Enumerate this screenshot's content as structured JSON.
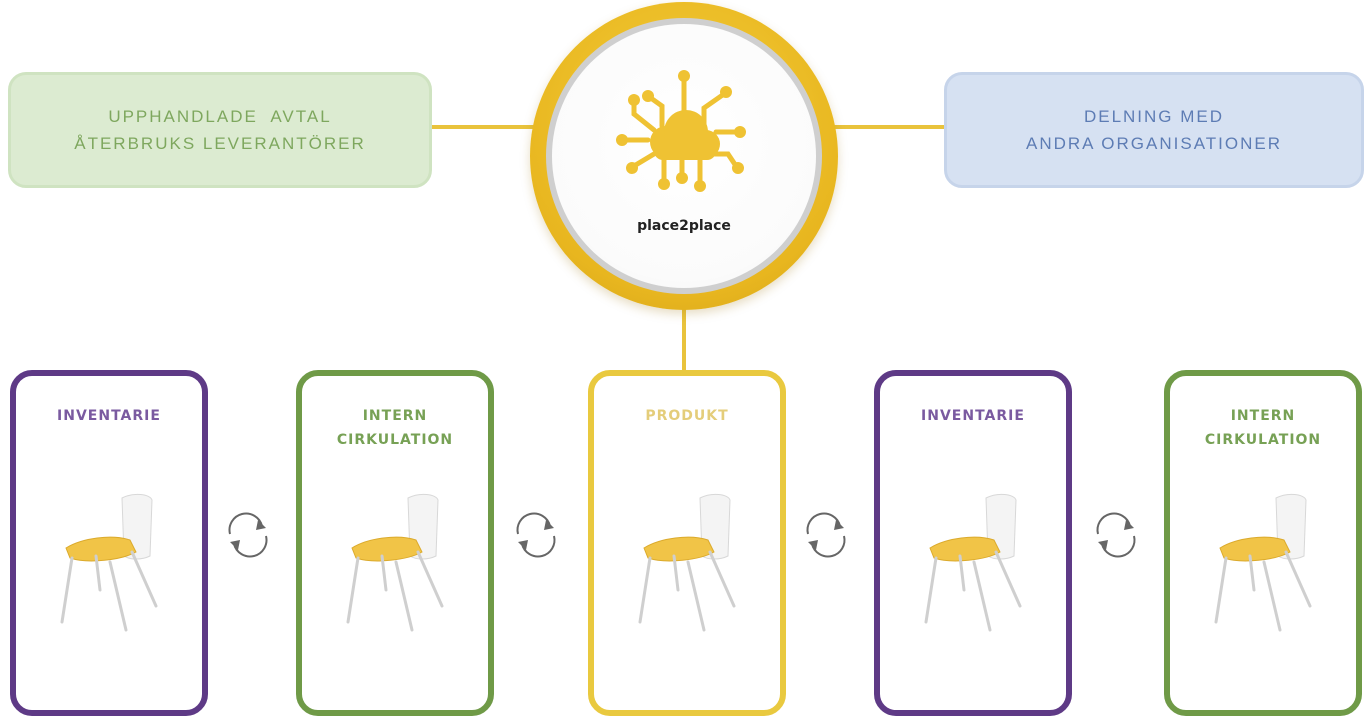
{
  "hub": {
    "label": "place2place",
    "icon": "cloud-network-icon",
    "color": "#e8b61f"
  },
  "side_left": {
    "line1": "UPPHANDLADE  AVTAL",
    "line2": "ÅTERBRUKS LEVERANTÖRER"
  },
  "side_right": {
    "line1": "DELNING MED",
    "line2": "ANDRA ORGANISATIONER"
  },
  "cards": [
    {
      "line1": "INVENTARIE",
      "line2": "",
      "variant": "purple"
    },
    {
      "line1": "INTERN",
      "line2": "CIRKULATION",
      "variant": "green"
    },
    {
      "line1": "PRODUKT",
      "line2": "",
      "variant": "yellow"
    },
    {
      "line1": "INVENTARIE",
      "line2": "",
      "variant": "purple"
    },
    {
      "line1": "INTERN",
      "line2": "CIRKULATION",
      "variant": "green"
    }
  ],
  "cycle_icon": "refresh-cycle-icon",
  "chair_icon": "chair-icon"
}
